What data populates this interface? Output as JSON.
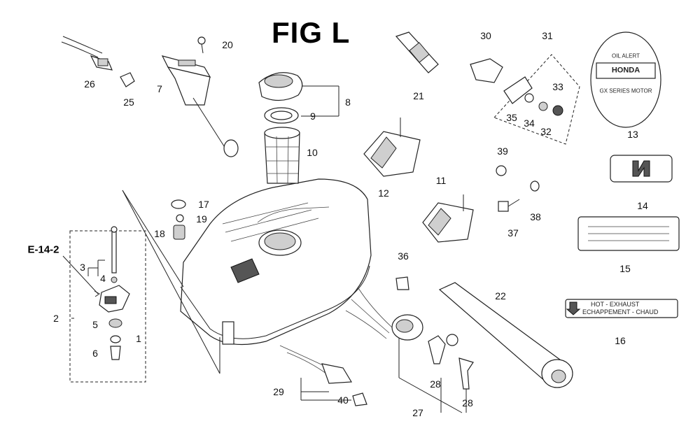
{
  "title": "FIG L",
  "reference_link": "E-14-2",
  "part_numbers": {
    "p1": "1",
    "p2": "2",
    "p3": "3",
    "p4": "4",
    "p5": "5",
    "p6": "6",
    "p7": "7",
    "p8": "8",
    "p9": "9",
    "p10": "10",
    "p11": "11",
    "p12": "12",
    "p13": "13",
    "p14": "14",
    "p15": "15",
    "p16": "16",
    "p17": "17",
    "p18": "18",
    "p19": "19",
    "p20": "20",
    "p21": "21",
    "p22": "22",
    "p25": "25",
    "p26": "26",
    "p27": "27",
    "p28a": "28",
    "p28b": "28",
    "p29": "29",
    "p30": "30",
    "p31": "31",
    "p32": "32",
    "p33": "33",
    "p34": "34",
    "p35": "35",
    "p36": "36",
    "p37": "37",
    "p38": "38",
    "p39": "39",
    "p40": "40"
  },
  "labels": {
    "emblem_top": "OIL ALERT",
    "emblem_brand": "HONDA",
    "emblem_bottom": "GX SERIES MOTOR",
    "warning_line1": "HOT - EXHAUST",
    "warning_line2": "ECHAPPEMENT - CHAUD"
  }
}
